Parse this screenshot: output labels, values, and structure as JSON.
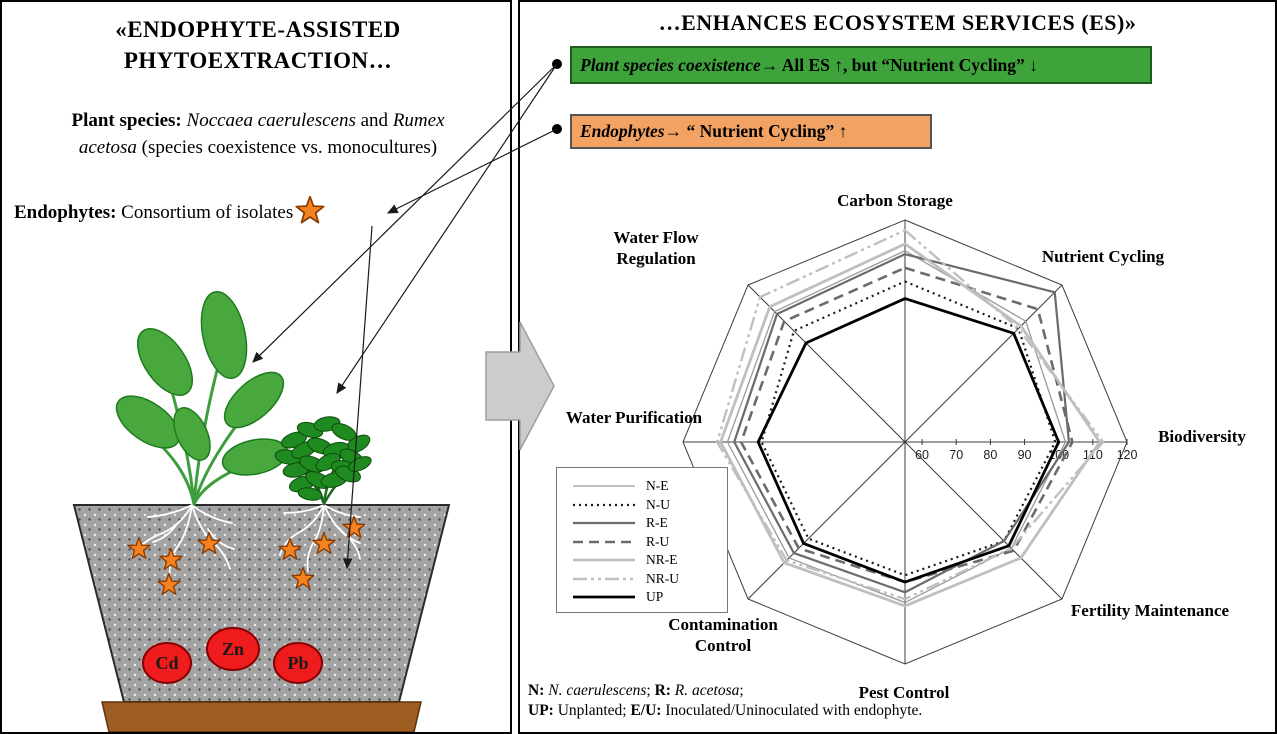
{
  "left_panel": {
    "title": "«ENDOPHYTE-ASSISTED PHYTOEXTRACTION…",
    "plant_species_label": "Plant species: ",
    "species_1": "Noccaea caerulescens",
    "species_join": " and ",
    "species_2": "Rumex acetosa",
    "species_tail": " (species coexistence vs. monocultures)",
    "endophytes_label": "Endophytes: ",
    "endophytes_text": "Consortium of isolates",
    "pot": {
      "metals": [
        "Cd",
        "Zn",
        "Pb"
      ]
    }
  },
  "right_panel": {
    "title": "…ENHANCES ECOSYSTEM SERVICES  (ES)»",
    "green_note": {
      "italic": "Plant species coexistence",
      "rest": "→ All ES ↑, but “Nutrient Cycling” ↓"
    },
    "orange_note": {
      "italic": "Endophytes",
      "rest": "→ “ Nutrient Cycling” ↑"
    },
    "footnote": {
      "n_label": "N:",
      "n_species": " N. caerulescens",
      "sep1": "; ",
      "r_label": "R:",
      "r_species": " R. acetosa",
      "sep2": ";",
      "up_label": "UP:",
      "up_text": " Unplanted; ",
      "eu_label": "E/U:",
      "eu_text": " Inoculated/Uninoculated with endophyte."
    }
  },
  "colors": {
    "green_box": "#3FA33C",
    "orange_box": "#F2A262",
    "star": "#F58220",
    "metal_circle": "#EE1C1C",
    "transition_arrow": "#CCCCCC"
  },
  "chart_data": {
    "type": "radar",
    "title": "",
    "categories": [
      "Carbon Storage",
      "Nutrient Cycling",
      "Biodiversity",
      "Fertility Maintenance",
      "Pest Control",
      "Contamination Control",
      "Water Purification",
      "Water Flow Regulation"
    ],
    "series": [
      {
        "name": "N-E",
        "values": [
          111,
          105,
          102,
          99,
          102,
          103,
          107,
          109
        ]
      },
      {
        "name": "N-U",
        "values": [
          102,
          102,
          99,
          96,
          94,
          95,
          97,
          101
        ]
      },
      {
        "name": "R-E",
        "values": [
          110,
          117,
          103,
          96,
          99,
          101,
          105,
          108
        ]
      },
      {
        "name": "R-U",
        "values": [
          106,
          110,
          104,
          100,
          96,
          99,
          103,
          105
        ]
      },
      {
        "name": "NR-E",
        "values": [
          113,
          103,
          112,
          103,
          103,
          105,
          109,
          111
        ]
      },
      {
        "name": "NR-U",
        "values": [
          117,
          102,
          113,
          99,
          101,
          104,
          110,
          115
        ]
      },
      {
        "name": "UP",
        "values": [
          97,
          100,
          100,
          98,
          96,
          97,
          98,
          96
        ]
      }
    ],
    "radial_ticks": [
      60,
      70,
      80,
      90,
      100,
      110,
      120
    ],
    "radial_min": 55,
    "radial_max": 120,
    "grid": "8 spokes + outer octagon ring",
    "legend_position": "left"
  }
}
